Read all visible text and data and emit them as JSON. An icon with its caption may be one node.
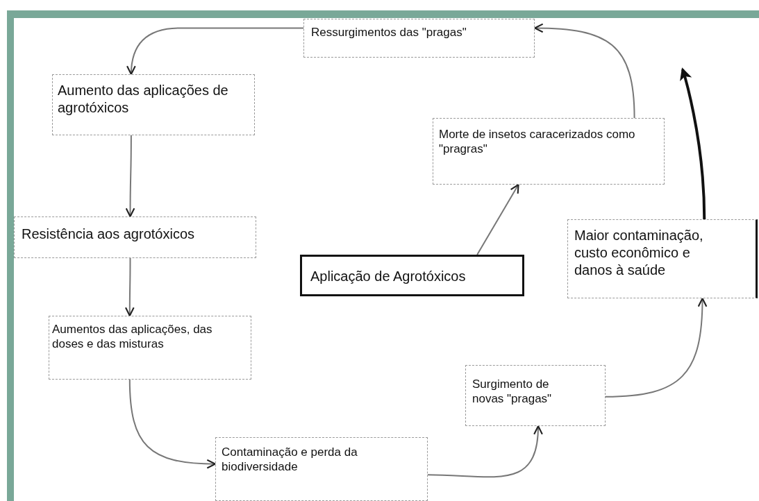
{
  "diagram": {
    "nodes": [
      {
        "text": [
          "Ressurgimentos das \"pragas\""
        ]
      },
      {
        "text": [
          "Aumento das aplicações de agrotóxicos"
        ]
      },
      {
        "text": [
          "Resistência aos agrotóxicos"
        ]
      },
      {
        "text": [
          "Aumentos das aplicações, das doses e das misturas"
        ]
      },
      {
        "text": [
          "Contaminação e perda da biodiversidade"
        ]
      },
      {
        "text": [
          "Surgimento de novas \"pragas\""
        ]
      },
      {
        "text": [
          "Maior contaminação, custo econômico e danos à saúde"
        ]
      },
      {
        "text": [
          "Morte de insetos caracerizados como \"pragras\""
        ]
      },
      {
        "text": [
          "Aplicação de Agrotóxicos"
        ]
      }
    ],
    "edges": [
      {
        "from": 0,
        "to": 1,
        "arrow": "to"
      },
      {
        "from": 1,
        "to": 2,
        "arrow": "to"
      },
      {
        "from": 2,
        "to": 3,
        "arrow": "to"
      },
      {
        "from": 3,
        "to": 4,
        "arrow": "to"
      },
      {
        "from": 4,
        "to": 5,
        "arrow": "to"
      },
      {
        "from": 5,
        "to": 6,
        "arrow": "to"
      },
      {
        "from": 8,
        "to": 7,
        "arrow": "to"
      },
      {
        "from": 7,
        "to": 0,
        "arrow": "to"
      },
      {
        "from": 6,
        "to": null,
        "arrow": "to",
        "style": "thick",
        "color": "#111111"
      }
    ]
  }
}
